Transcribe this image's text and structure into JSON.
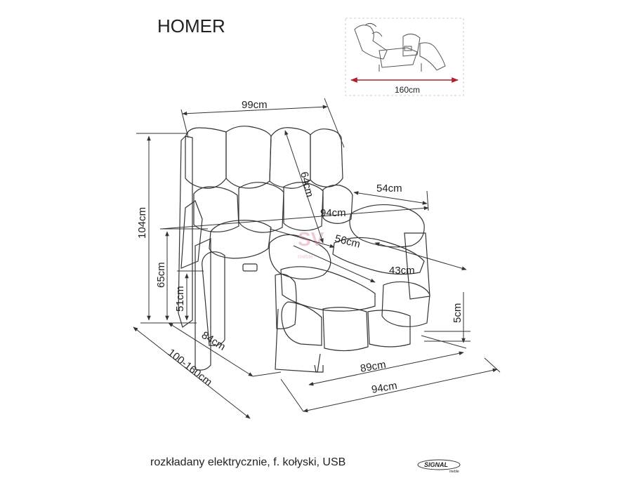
{
  "title": "HOMER",
  "caption": "rozkładany elektrycznie, f. kołyski, USB",
  "logo": {
    "name": "SIGNAL",
    "sub": "meble"
  },
  "watermark": "SV meble",
  "inset": {
    "reclined_length": "160cm"
  },
  "dimensions": {
    "width_top": "99cm",
    "backrest_height": "64cm",
    "armrest_length": "54cm",
    "inner_width": "94cm",
    "seat_depth": "56cm",
    "armrest_width": "43cm",
    "total_height": "104cm",
    "armrest_height": "65cm",
    "seat_height": "51cm",
    "depth": "84cm",
    "depth_range": "100-160cm",
    "base_width": "89cm",
    "total_width": "94cm",
    "foot_height": "5cm"
  },
  "colors": {
    "line": "#333333",
    "accent": "#b0202a",
    "watermark": "#e8b4c8"
  }
}
